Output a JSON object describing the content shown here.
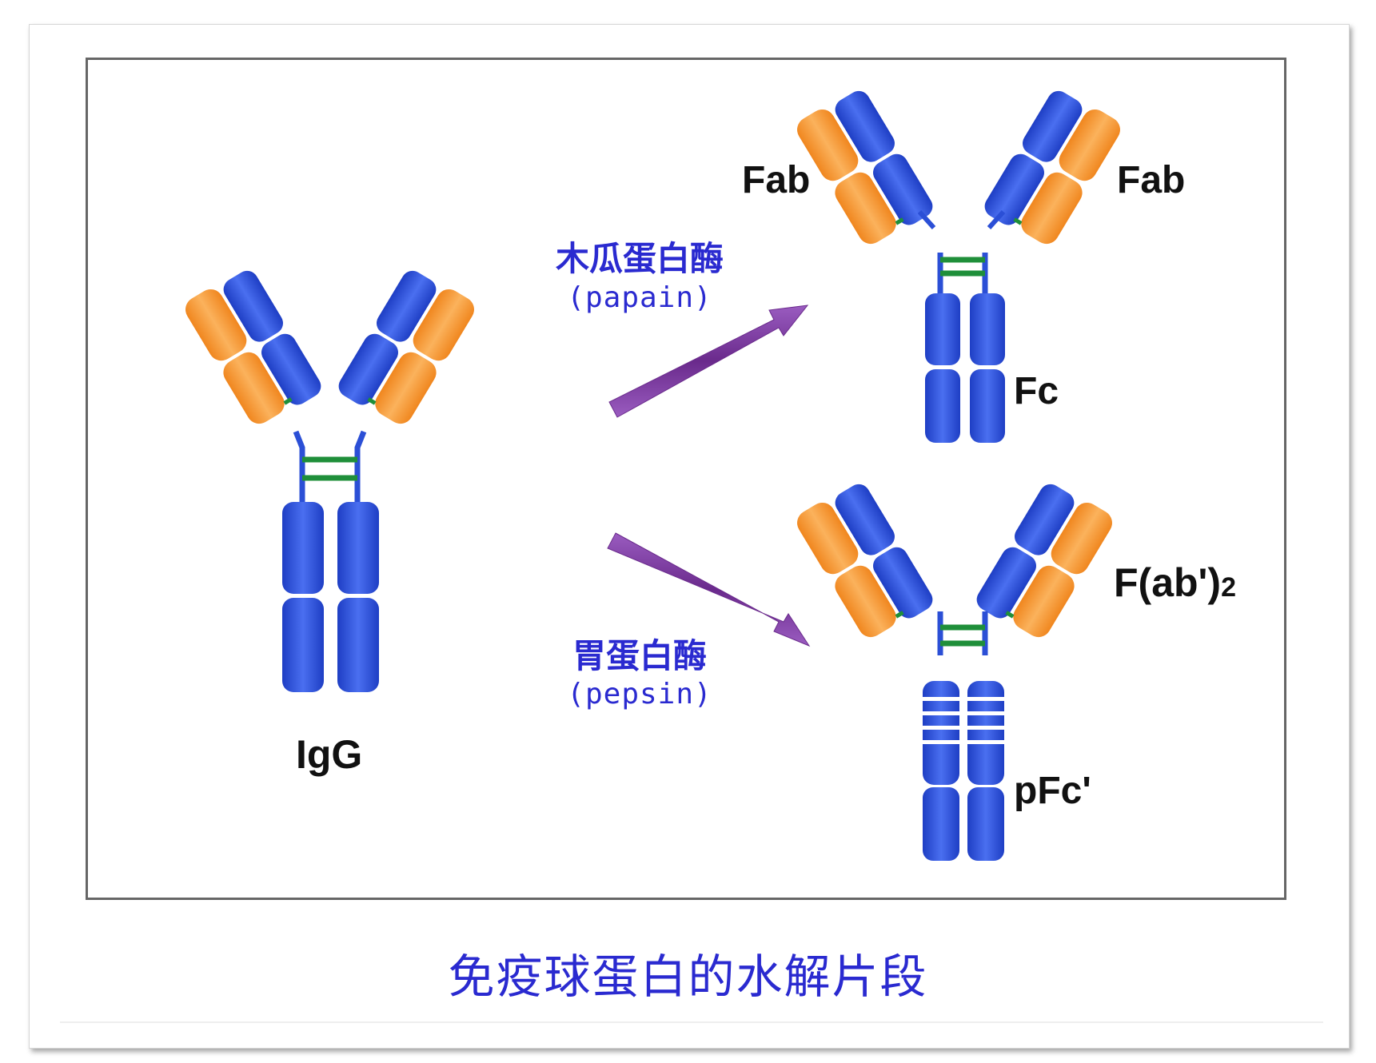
{
  "labels": {
    "igg": "IgG",
    "fab_left": "Fab",
    "fab_right": "Fab",
    "fc": "Fc",
    "fab2": "F(ab')",
    "fab2_sub": "2",
    "pfc": "pFc'"
  },
  "enzymes": {
    "papain_cn": "木瓜蛋白酶",
    "papain_en": "(papain)",
    "pepsin_cn": "胃蛋白酶",
    "pepsin_en": "(pepsin)"
  },
  "caption": "免疫球蛋白的水解片段",
  "colors": {
    "heavy_chain": "#2b4fd6",
    "light_chain": "#f39a3a",
    "disulfide": "#1f8f3a",
    "arrow": "#7a3a9a",
    "enzyme_text": "#2a2ad0"
  }
}
